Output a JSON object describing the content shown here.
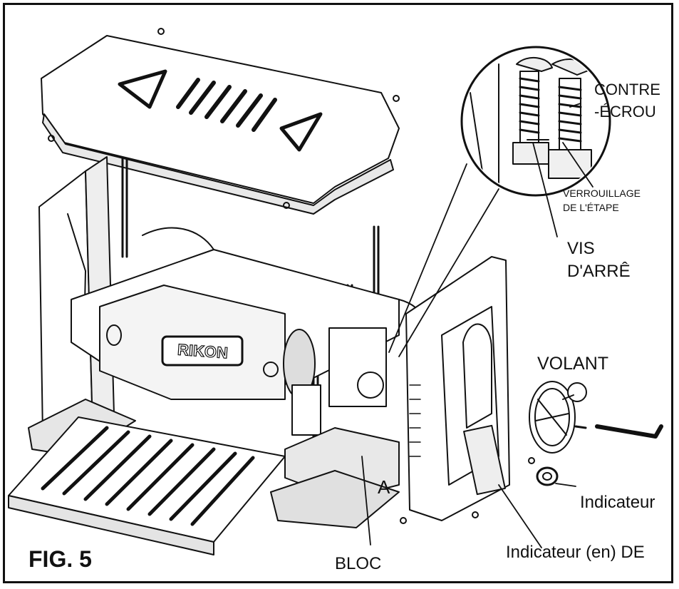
{
  "figure": {
    "caption": "FIG. 5",
    "brand": "RIKON",
    "point_label": "A"
  },
  "labels": {
    "contre_ecrou_1": "CONTRE",
    "contre_ecrou_2": "-ÉCROU",
    "verrouillage_1": "VERROUILLAGE",
    "verrouillage_2": "DE L'ÉTAPE",
    "vis_1": "VIS",
    "vis_2": "D'ARRÊ",
    "volant": "VOLANT",
    "indicateur": "Indicateur",
    "indicateur_en_de": "Indicateur (en) DE",
    "bloc": "BLOC"
  },
  "colors": {
    "line": "#111111",
    "paper": "#ffffff",
    "shade": "#d9d9d9"
  }
}
